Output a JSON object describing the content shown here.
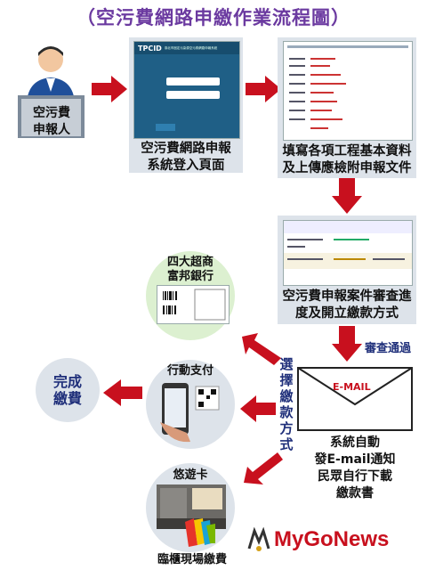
{
  "title": "（空污費網路申繳作業流程圖）",
  "reporter": {
    "line1": "空污費",
    "line2": "申報人"
  },
  "step1": {
    "line1": "空污費網路申報",
    "line2": "系統登入頁面",
    "logo": "TPCID",
    "header": "臺北市固定污染源空污費網路申報系統"
  },
  "step2": {
    "line1": "填寫各項工程基本資料",
    "line2": "及上傳應檢附申報文件"
  },
  "step3": {
    "line1": "空污費申報案件審查進",
    "line2": "度及開立繳款方式"
  },
  "review_passed": "審查通過",
  "choose_method": "選擇繳款方式",
  "email": {
    "envelope": "E-MAIL",
    "line1": "系統自動",
    "line2": "發E-mail通知",
    "line3": "民眾自行下載",
    "line4": "繳款書"
  },
  "store": {
    "line1": "四大超商",
    "line2": "富邦銀行"
  },
  "mobile": {
    "label": "行動支付"
  },
  "easycard": {
    "label": "悠遊卡",
    "caption": "臨櫃現場繳費"
  },
  "done": {
    "line1": "完成",
    "line2": "繳費"
  },
  "brand": "MyGoNews",
  "colors": {
    "arrow": "#c8101e",
    "title": "#6b3aa0",
    "panel": "#dde3ea"
  }
}
